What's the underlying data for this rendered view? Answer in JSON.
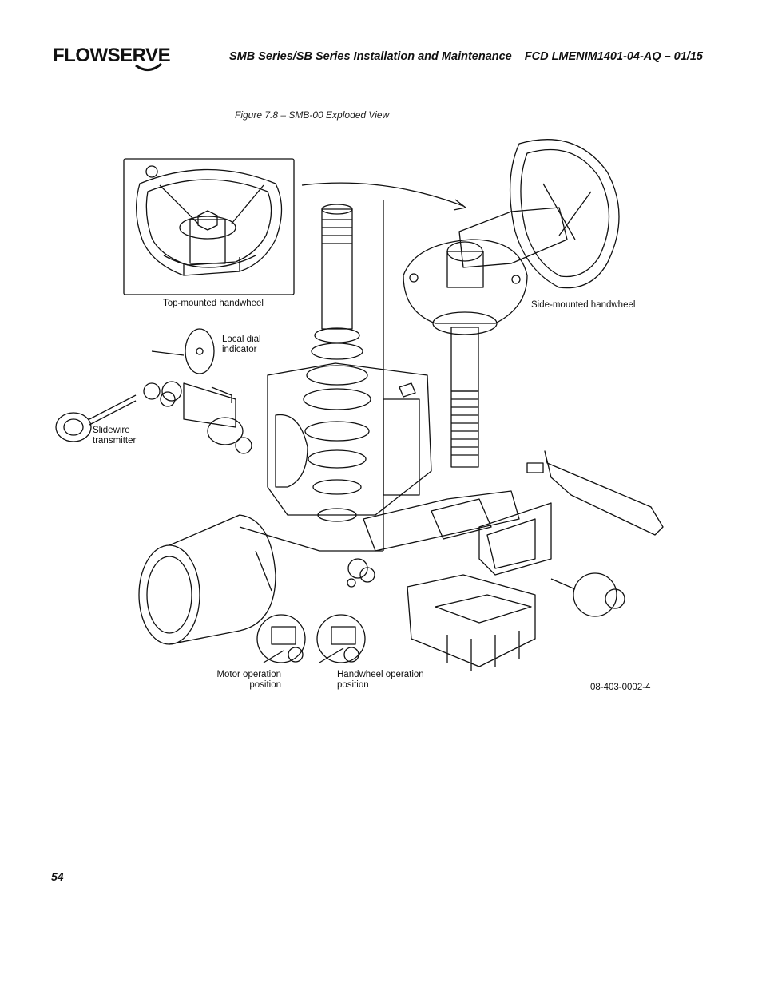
{
  "header": {
    "logo_text": "FLOWSERVE",
    "series_title": "SMB Series/SB Series Installation and Maintenance",
    "doc_code": "FCD LMENIM1401-04-AQ – 01/15"
  },
  "figure": {
    "caption": "Figure 7.8 – SMB-00 Exploded View",
    "drawing_number": "08-403-0002-4",
    "labels": {
      "top_handwheel": "Top-mounted handwheel",
      "side_handwheel": "Side-mounted handwheel",
      "local_dial_1": "Local dial",
      "local_dial_2": "indicator",
      "slidewire_1": "Slidewire",
      "slidewire_2": "transmitter",
      "motor_op_1": "Motor operation",
      "motor_op_2": "position",
      "handwheel_op_1": "Handwheel operation",
      "handwheel_op_2": "position"
    }
  },
  "footer": {
    "page_number": "54"
  }
}
